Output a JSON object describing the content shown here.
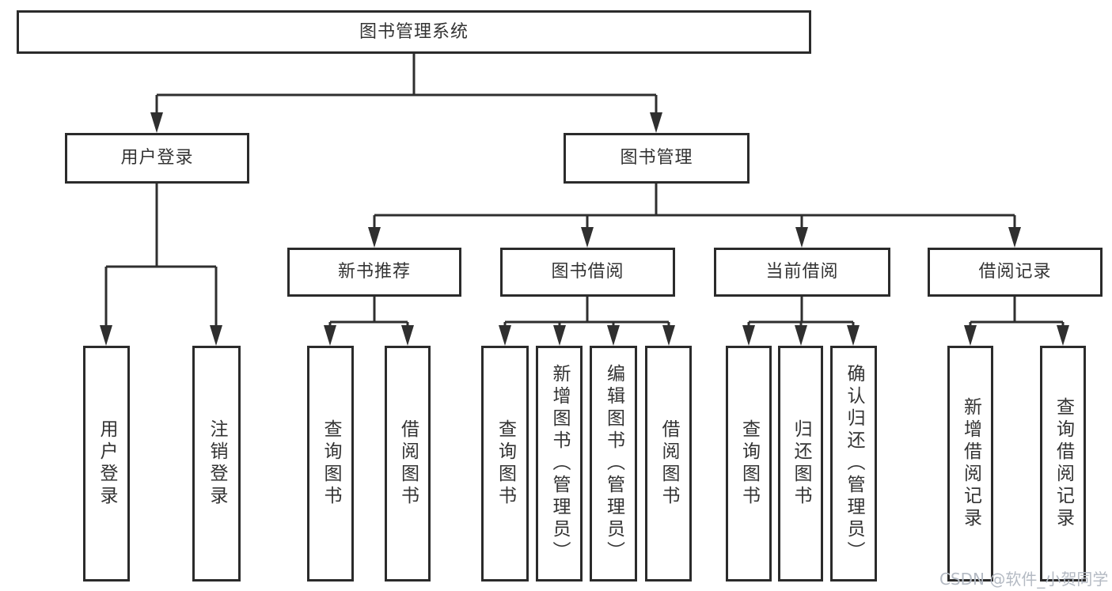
{
  "root": {
    "label": "图书管理系统"
  },
  "branches": {
    "user_login": {
      "label": "用户登录",
      "leaves": [
        {
          "label": "用户登录"
        },
        {
          "label": "注销登录"
        }
      ]
    },
    "book_mgmt": {
      "label": "图书管理",
      "groups": [
        {
          "label": "新书推荐",
          "leaves": [
            {
              "label": "查询图书"
            },
            {
              "label": "借阅图书"
            }
          ]
        },
        {
          "label": "图书借阅",
          "leaves": [
            {
              "label": "查询图书"
            },
            {
              "label": "新增图书（管理员）"
            },
            {
              "label": "编辑图书（管理员）"
            },
            {
              "label": "借阅图书"
            }
          ]
        },
        {
          "label": "当前借阅",
          "leaves": [
            {
              "label": "查询图书"
            },
            {
              "label": "归还图书"
            },
            {
              "label": "确认归还（管理员）"
            }
          ]
        },
        {
          "label": "借阅记录",
          "leaves": [
            {
              "label": "新增借阅记录"
            },
            {
              "label": "查询借阅记录"
            }
          ]
        }
      ]
    }
  },
  "watermark": {
    "text": "CSDN @软件_小贺同学"
  },
  "colors": {
    "line": "#2f2f2f",
    "box_border": "#2b2b2b",
    "text": "#333333",
    "watermark": "#b4bac3",
    "background": "#ffffff"
  }
}
